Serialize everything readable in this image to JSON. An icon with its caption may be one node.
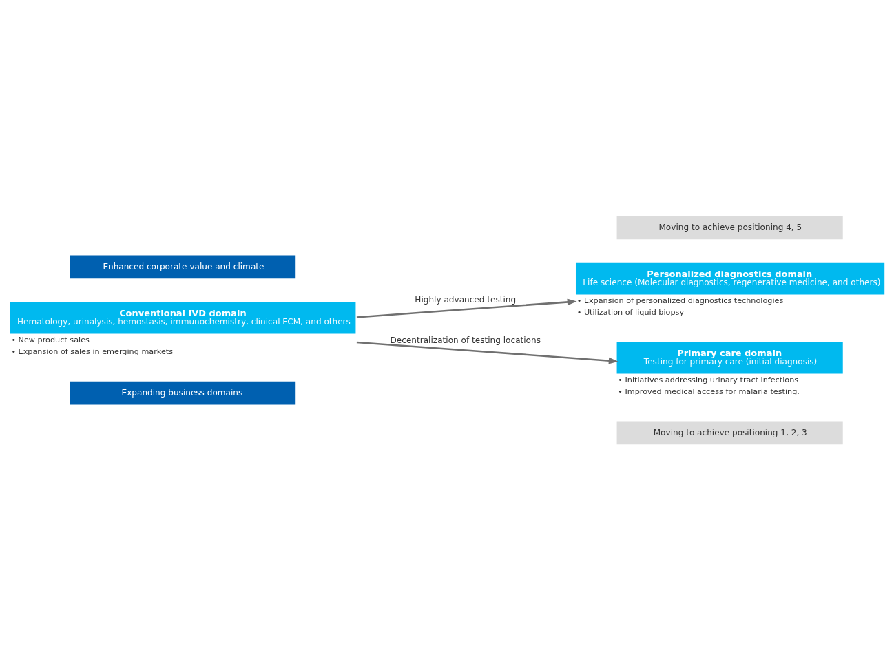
{
  "diagram": {
    "nodes": [
      {
        "text": [
          "Expanding business domains"
        ]
      },
      {
        "text": [
          "Moving to achieve positioning 1, 2, 3"
        ]
      },
      {
        "text": [
          "Personalized diagnostics domain",
          "Life science (Molecular diagnostics, regenerative medicine, and others)"
        ],
        "beside": [
          "• Expansion of personalized diagnostics technologies",
          "• Utilization of liquid biopsy"
        ]
      },
      {
        "text": [
          "Conventional IVD domain",
          "Hematology, urinalysis, hemostasis, immunochemistry, clinical FCM, and others"
        ],
        "beside": [
          "• New product sales",
          "• Expansion of sales in emerging markets"
        ]
      },
      {
        "text": [
          "Primary care domain",
          "Testing for primary care (initial diagnosis)"
        ],
        "beside": [
          "• Initiatives addressing urinary tract infections",
          "• Improved medical access for malaria testing."
        ]
      },
      {
        "text": [
          "Enhanced corporate value and climate"
        ]
      },
      {
        "text": [
          "Moving to achieve positioning 4, 5"
        ]
      }
    ],
    "edges": [
      {
        "from": 3,
        "to": 2,
        "arrow": "to",
        "label": "Highly advanced testing"
      },
      {
        "from": 3,
        "to": 4,
        "arrow": "to",
        "label": "Decentralization of testing locations"
      }
    ]
  }
}
